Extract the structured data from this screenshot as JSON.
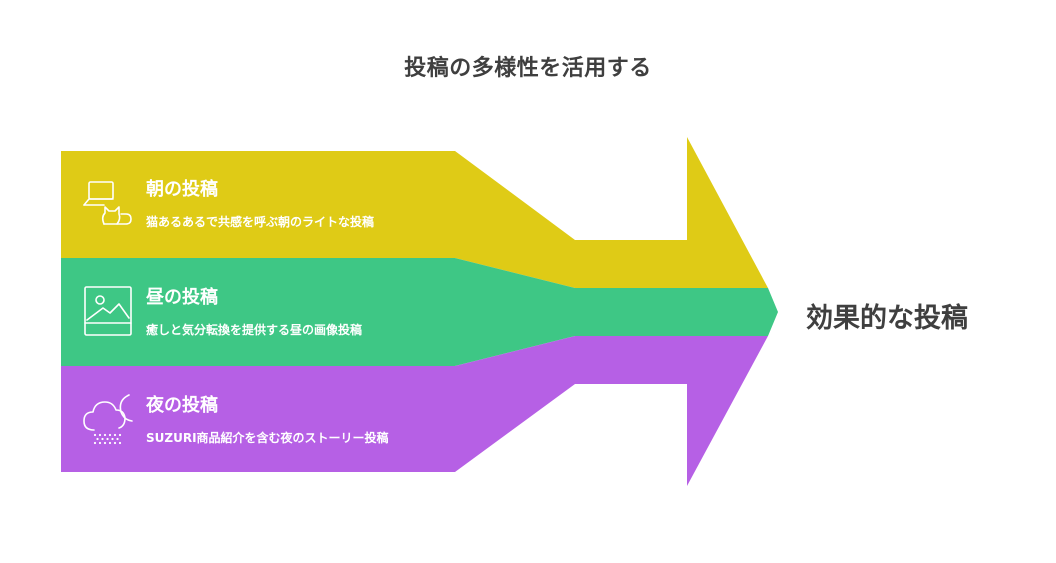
{
  "title": "投稿の多様性を活用する",
  "colors": {
    "morning": "#dfcb16",
    "noon": "#3ec785",
    "night": "#b660e5",
    "text_dark": "#3f3f3f",
    "icon_stroke": "#ffffff"
  },
  "bands": [
    {
      "key": "morning",
      "title": "朝の投稿",
      "description": "猫あるあるで共感を呼ぶ朝のライトな投稿",
      "icon": "laptop-cat-icon"
    },
    {
      "key": "noon",
      "title": "昼の投稿",
      "description": "癒しと気分転換を提供する昼の画像投稿",
      "icon": "image-landscape-icon"
    },
    {
      "key": "night",
      "title": "夜の投稿",
      "description": "SUZURI商品紹介を含む夜のストーリー投稿",
      "icon": "cloud-moon-icon"
    }
  ],
  "result": "効果的な投稿"
}
